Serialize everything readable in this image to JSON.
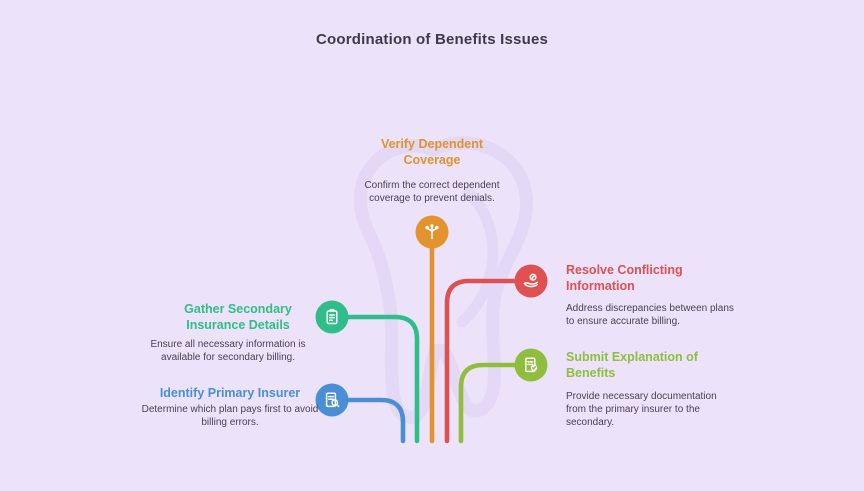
{
  "title": "Coordination of Benefits Issues",
  "colors": {
    "background": "#ece3fa",
    "title_text": "#3e3a47",
    "description_text": "#474350",
    "watermark": "#dbcef2"
  },
  "watermark": "tooth-outline",
  "items": [
    {
      "heading": "Verify Dependent Coverage",
      "description": "Confirm the correct dependent coverage to prevent denials.",
      "color": "#e2932e",
      "icon": "plant-branch-icon"
    },
    {
      "heading": "Resolve Conflicting Information",
      "description": "Address discrepancies between plans to ensure accurate billing.",
      "color": "#df5050",
      "icon": "hand-coin-icon"
    },
    {
      "heading": "Gather Secondary Insurance Details",
      "description": "Ensure all necessary information is available for secondary billing.",
      "color": "#2fbd8a",
      "icon": "clipboard-list-icon"
    },
    {
      "heading": "Identify Primary Insurer",
      "description": "Determine which plan pays first to avoid billing errors.",
      "color": "#4a8fd6",
      "icon": "document-search-icon"
    },
    {
      "heading": "Submit Explanation of Benefits",
      "description": "Provide necessary documentation from the primary insurer to the secondary.",
      "color": "#8fbe3e",
      "icon": "document-check-icon"
    }
  ]
}
